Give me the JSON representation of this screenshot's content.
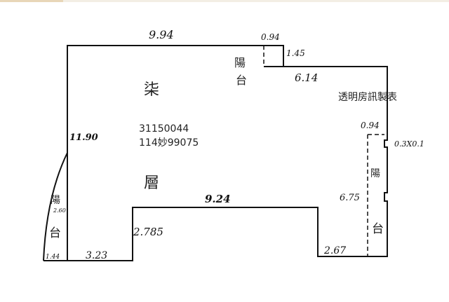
{
  "floor_label_1": "柒",
  "floor_label_2": "層",
  "ids": {
    "line1": "31150044",
    "line2": "114妙99075"
  },
  "watermark": "透明房訊製表",
  "dimensions": {
    "top": "9.94",
    "balcony_top_width": "0.94",
    "balcony_top_depth": "1.45",
    "upper_right": "6.14",
    "left": "11.90",
    "right_balcony_width": "0.94",
    "right_notch": "0.3X0.1",
    "right_balcony_length": "6.75",
    "inner_step_top": "9.24",
    "inner_step_left": "2.785",
    "bottom_left": "3.23",
    "bottom_right": "2.67",
    "left_balcony_width": "1.44",
    "left_balcony_length": "2.60"
  },
  "balcony_labels": {
    "top_a": "陽",
    "top_b": "台",
    "left_a": "陽",
    "left_b": "台",
    "right_a": "陽",
    "right_b": "台"
  }
}
